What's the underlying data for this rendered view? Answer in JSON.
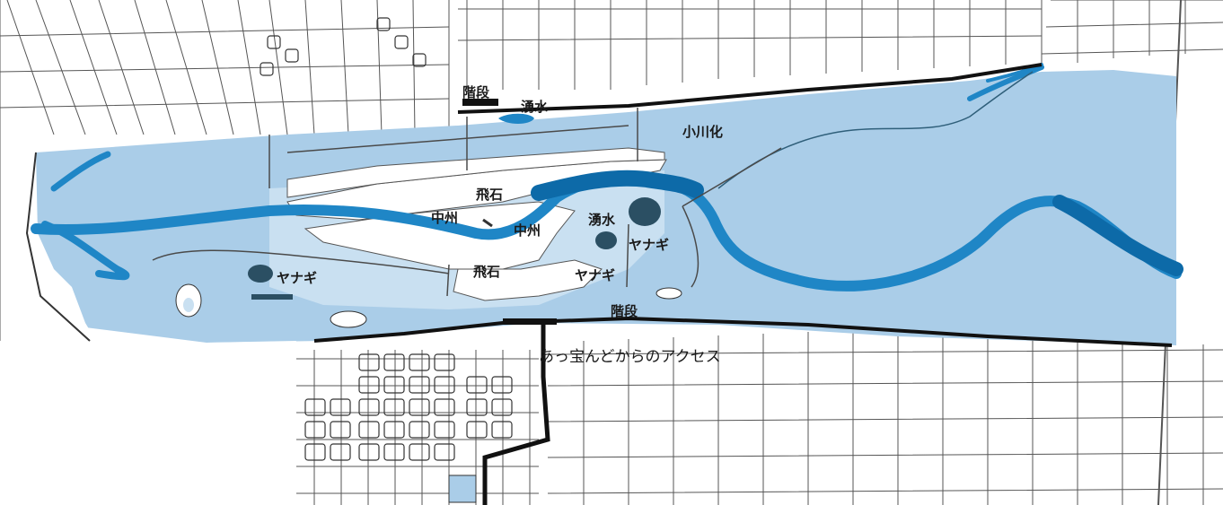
{
  "colors": {
    "background": "#ffffff",
    "floodplain": "#aacde8",
    "floodplain_light": "#c9e0f1",
    "river": "#1f86c6",
    "river_dark": "#0d6aa8",
    "pond": "#2b4f63",
    "road": "#4a4a4a",
    "levee": "#111111",
    "text": "#1a1a1a"
  },
  "icons": {
    "plain_shading": "floodplain-area",
    "main_channel": "river-channel",
    "willows": "tree-cluster",
    "springs": "pond-marker",
    "stairs": "stair-marker"
  },
  "labels": {
    "stairs_top": "階段",
    "spring_top": "湧水",
    "ogawa": "小川化",
    "stepping_stones_top": "飛石",
    "sandbar_left": "中州",
    "sandbar_center": "中州",
    "spring_center": "湧水",
    "willow_right": "ヤナギ",
    "willow_center": "ヤナギ",
    "stepping_stones_bottom": "飛石",
    "willow_left": "ヤナギ",
    "stairs_bottom": "階段",
    "access": "あっ宝んどからのアクセス"
  }
}
